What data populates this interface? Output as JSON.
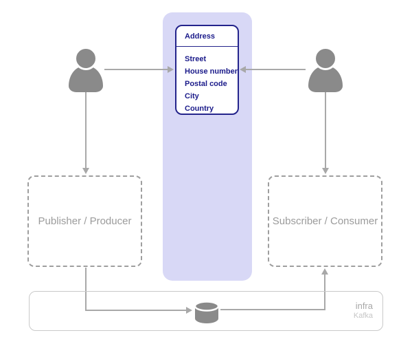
{
  "diagram": {
    "class_box": {
      "title": "Address",
      "fields": [
        "Street",
        "House number",
        "Postal code",
        "City",
        "Country"
      ]
    },
    "publisher_label": "Publisher / Producer",
    "subscriber_label": "Subscriber / Consumer",
    "infra": {
      "title": "infra",
      "subtitle": "Kafka"
    },
    "icons": [
      "user-icon",
      "user-icon",
      "database-icon"
    ],
    "colors": {
      "panel_background": "#d8d8f6",
      "class_border": "#23238b",
      "class_text": "#1b1b8a",
      "person_gray": "#8a8a8a",
      "connector_gray": "#a8a8a8",
      "dashed_border": "#9e9e9e",
      "muted_label": "#9b9b9b",
      "infra_border": "#c9c9c9",
      "infra_title": "#a8a8a8",
      "infra_subtitle": "#c6c6c6"
    }
  }
}
